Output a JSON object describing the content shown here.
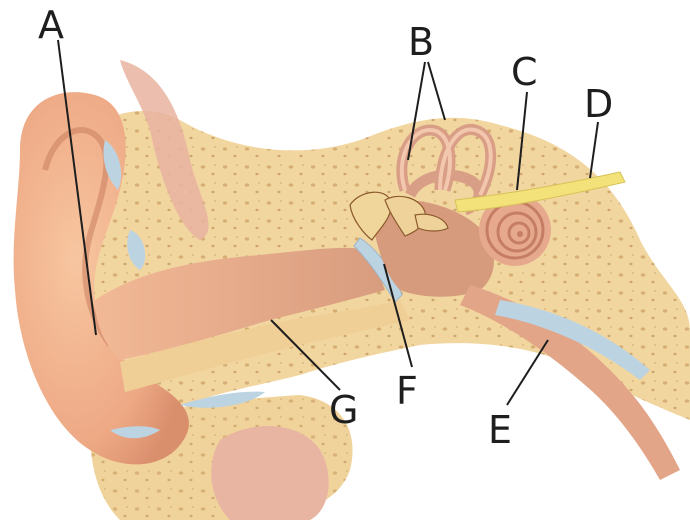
{
  "labels": {
    "a": "A",
    "b": "B",
    "c": "C",
    "d": "D",
    "e": "E",
    "f": "F",
    "g": "G"
  },
  "colors": {
    "bone": "#f2d6a0",
    "bone_pore": "#c89a5e",
    "skin": "#f0b88e",
    "canal": "#e2a584",
    "fluid": "#bcd3e2",
    "nerve": "#f3e27a",
    "line": "#1e1e1e"
  }
}
